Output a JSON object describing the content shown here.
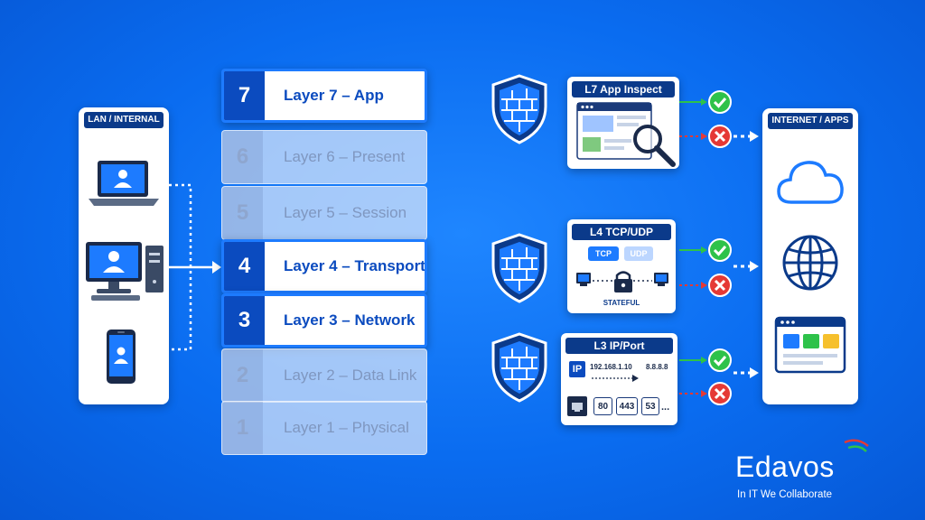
{
  "lan_panel": {
    "title": "LAN / INTERNAL"
  },
  "internet_panel": {
    "title": "INTERNET / APPS"
  },
  "osi_layers": [
    {
      "num": "7",
      "label": "Layer 7 – App",
      "state": "active"
    },
    {
      "num": "6",
      "label": "Layer 6 – Present",
      "state": "dim"
    },
    {
      "num": "5",
      "label": "Layer 5 – Session",
      "state": "dim"
    },
    {
      "num": "4",
      "label": "Layer 4 – Transport",
      "state": "active"
    },
    {
      "num": "3",
      "label": "Layer 3 – Network",
      "state": "active"
    },
    {
      "num": "2",
      "label": "Layer 2 – Data Link",
      "state": "dim"
    },
    {
      "num": "1",
      "label": "Layer 1 – Physical",
      "state": "dim"
    }
  ],
  "firewalls": {
    "l7": {
      "title": "L7 App Inspect"
    },
    "l4": {
      "title": "L4 TCP/UDP",
      "tcp": "TCP",
      "udp": "UDP",
      "stateful": "STATEFUL"
    },
    "l3": {
      "title": "L3 IP/Port",
      "ip_badge": "IP",
      "src_ip": "192.168.1.10",
      "dst_ip": "8.8.8.8",
      "ports": [
        "80",
        "443",
        "53"
      ],
      "ellipsis": "..."
    }
  },
  "brand": {
    "name": "Edavos",
    "tagline": "In IT We Collaborate"
  },
  "colors": {
    "background": "#0a6cf0",
    "navy": "#0b3a8a",
    "allow": "#2ec24a",
    "deny": "#e53935"
  },
  "icons": [
    "laptop-icon",
    "desktop-icon",
    "phone-icon",
    "shield-icon",
    "magnifier-icon",
    "lock-icon",
    "cloud-icon",
    "globe-icon",
    "browser-icon",
    "check-icon",
    "deny-icon"
  ]
}
